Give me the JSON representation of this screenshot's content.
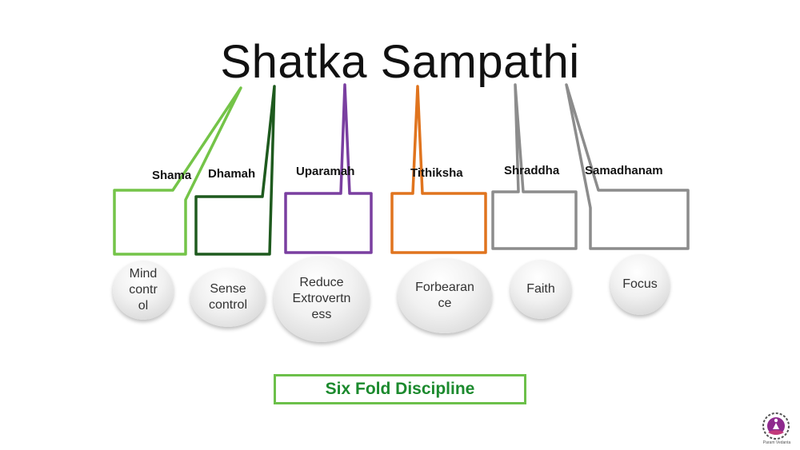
{
  "title": "Shatka Sampathi",
  "footer": "Six Fold Discipline",
  "logo_text": "Param Vedanta",
  "colors": {
    "shama": "#74c448",
    "dhamah": "#1e5a1e",
    "uparamah": "#7a3fa0",
    "titiksha": "#e0741e",
    "shraddha": "#8c8c8c",
    "samadhanam": "#8c8c8c",
    "footer_border": "#6cc04a",
    "footer_text": "#1c8a2e"
  },
  "items": [
    {
      "label": "Shama",
      "meaning": "Mind\ncontr\nol"
    },
    {
      "label": "Dhamah",
      "meaning": "Sense\ncontrol"
    },
    {
      "label": "Uparamah",
      "meaning": "Reduce\nExtrovertn\ness"
    },
    {
      "label": "Tithiksha",
      "meaning": "Forbearan\nce"
    },
    {
      "label": "Shraddha",
      "meaning": "Faith"
    },
    {
      "label": "Samadhanam",
      "meaning": "Focus"
    }
  ]
}
